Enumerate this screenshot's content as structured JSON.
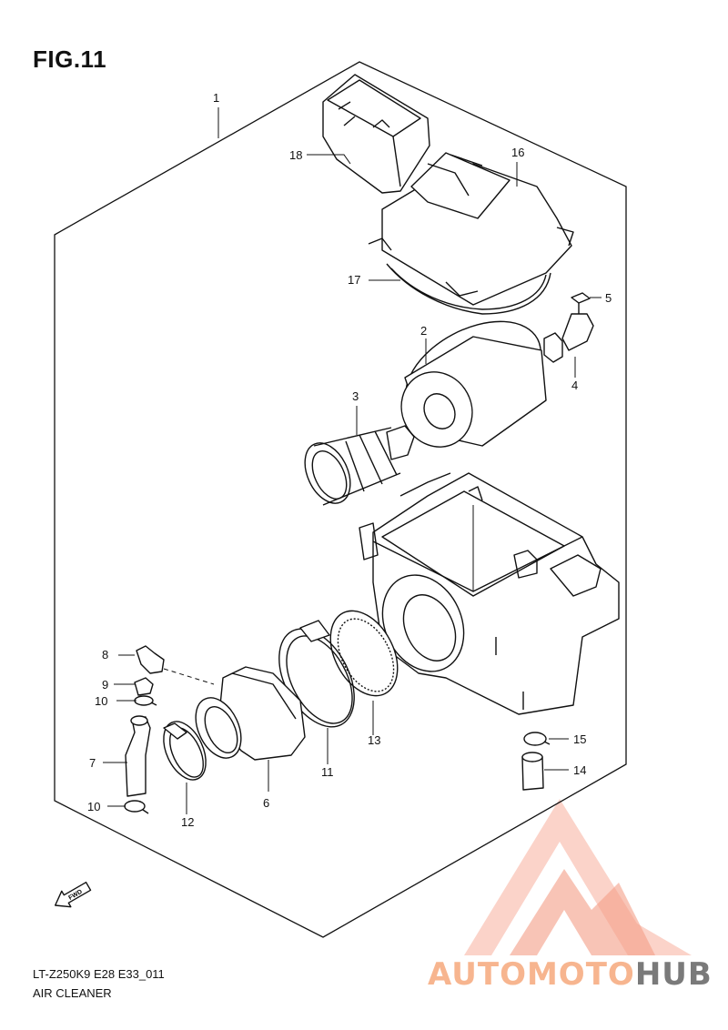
{
  "figure": {
    "title": "FIG.11",
    "code": "LT-Z250K9 E28 E33_011",
    "name": "AIR CLEANER"
  },
  "callouts": {
    "c1": "1",
    "c2": "2",
    "c3": "3",
    "c4": "4",
    "c5": "5",
    "c6": "6",
    "c7": "7",
    "c8": "8",
    "c9": "9",
    "c10a": "10",
    "c10b": "10",
    "c11": "11",
    "c12": "12",
    "c13": "13",
    "c14": "14",
    "c15": "15",
    "c16": "16",
    "c17": "17",
    "c18": "18"
  },
  "fwd_label": "FWD",
  "watermark": {
    "part1": "AUTOMOTO",
    "part2": "HUB",
    "color_light": "#f7b8a0",
    "color_accent": "#f08a6a",
    "color_dark": "#8a8a8a"
  }
}
